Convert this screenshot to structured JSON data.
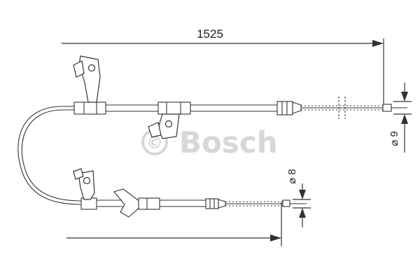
{
  "dimensions": {
    "length": "1525",
    "diameter_upper": "⌀ 9",
    "diameter_lower": "⌀ 8"
  },
  "watermark": {
    "brand": "Bosch",
    "symbol": "©"
  },
  "colors": {
    "line": "#333333",
    "watermark": "#d7d7d7",
    "background": "#ffffff"
  }
}
